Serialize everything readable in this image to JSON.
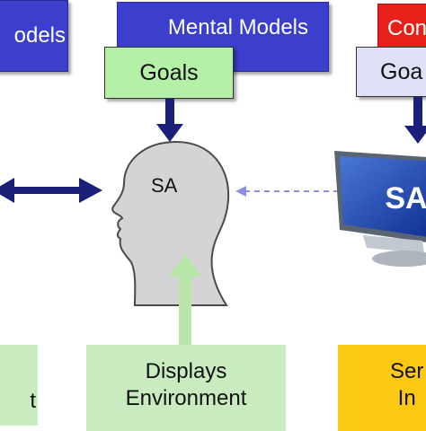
{
  "boxes": {
    "mental_models_left": "odels",
    "mental_models_center": "Mental Models",
    "goals_center": "Goals",
    "red_box_right": "Con",
    "goals_right": "Goa",
    "bottom_left": "t",
    "bottom_center": "Displays\nEnvironment",
    "bottom_right": "Ser\nIn"
  },
  "head": {
    "label": "SA"
  },
  "monitor": {
    "label": "SA"
  },
  "colors": {
    "blue_box": "#3b3fcc",
    "goals_green": "#b4f0a8",
    "goals_lavender": "#dde0f6",
    "red_box": "#e8201a",
    "bottom_green": "#c8ecc0",
    "bottom_yellow": "#fbc813",
    "arrow_navy": "#1a1f7a",
    "arrow_dashed": "#8a90e0",
    "arrow_green": "#b8e6a8",
    "head_gray": "#d4d4d6"
  },
  "icons": [
    "head-silhouette-icon",
    "computer-monitor-icon"
  ]
}
